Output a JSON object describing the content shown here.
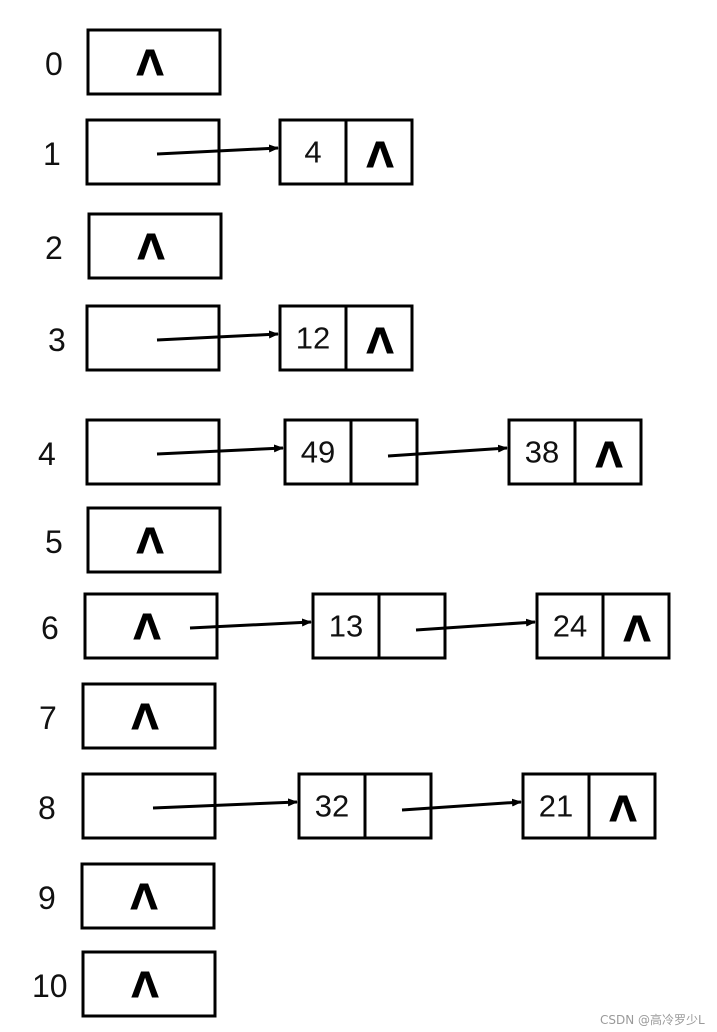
{
  "null_symbol": "Λ",
  "watermark": "CSDN @高冷罗少L",
  "buckets": [
    {
      "index": "0",
      "chain": []
    },
    {
      "index": "1",
      "chain": [
        "4"
      ]
    },
    {
      "index": "2",
      "chain": []
    },
    {
      "index": "3",
      "chain": [
        "12"
      ]
    },
    {
      "index": "4",
      "chain": [
        "49",
        "38"
      ]
    },
    {
      "index": "5",
      "chain": []
    },
    {
      "index": "6",
      "chain": [
        "13",
        "24"
      ],
      "head_shows_null": true
    },
    {
      "index": "7",
      "chain": []
    },
    {
      "index": "8",
      "chain": [
        "32",
        "21"
      ]
    },
    {
      "index": "9",
      "chain": []
    },
    {
      "index": "10",
      "chain": []
    }
  ]
}
